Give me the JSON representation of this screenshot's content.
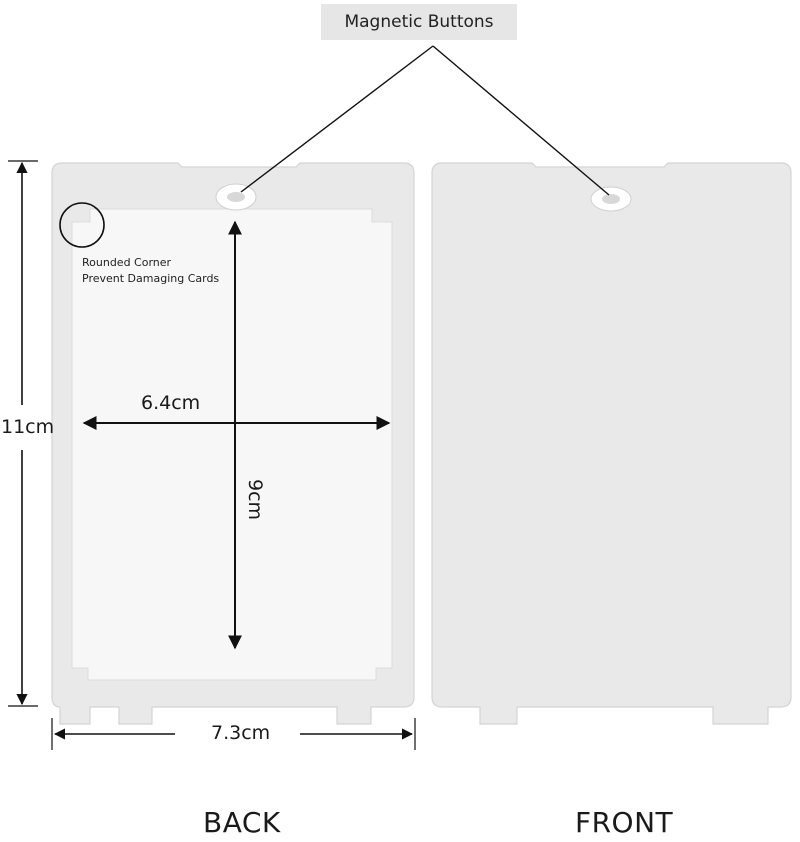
{
  "title_tag": "Magnetic Buttons",
  "corner_note": {
    "line1": "Rounded Corner",
    "line2": "Prevent Damaging Cards"
  },
  "dimensions": {
    "width_inner": "6.4cm",
    "height_inner": "9cm",
    "height_outer": "11cm",
    "width_outer": "7.3cm"
  },
  "labels": {
    "back": "BACK",
    "front": "FRONT"
  },
  "colors": {
    "panel_fill": "#e9e9e9",
    "panel_stroke": "#d4d4d4",
    "card_area": "#f7f7f7",
    "arrow": "#111111",
    "tag_bg": "#e6e6e6"
  }
}
